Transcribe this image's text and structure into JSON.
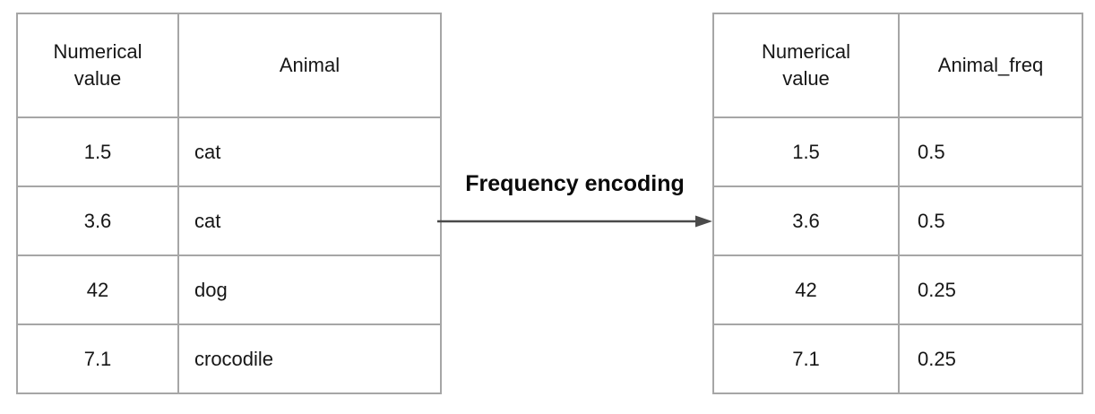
{
  "arrow": {
    "label": "Frequency encoding"
  },
  "left_table": {
    "headers": [
      "Numerical\nvalue",
      "Animal"
    ],
    "rows": [
      [
        "1.5",
        "cat"
      ],
      [
        "3.6",
        "cat"
      ],
      [
        "42",
        "dog"
      ],
      [
        "7.1",
        "crocodile"
      ]
    ]
  },
  "right_table": {
    "headers": [
      "Numerical\nvalue",
      "Animal_freq"
    ],
    "rows": [
      [
        "1.5",
        "0.5"
      ],
      [
        "3.6",
        "0.5"
      ],
      [
        "42",
        "0.25"
      ],
      [
        "7.1",
        "0.25"
      ]
    ]
  },
  "colors": {
    "background": "#ffffff",
    "table_border": "#a6a6a6",
    "text": "#161616",
    "arrow": "#4a4a4a"
  }
}
